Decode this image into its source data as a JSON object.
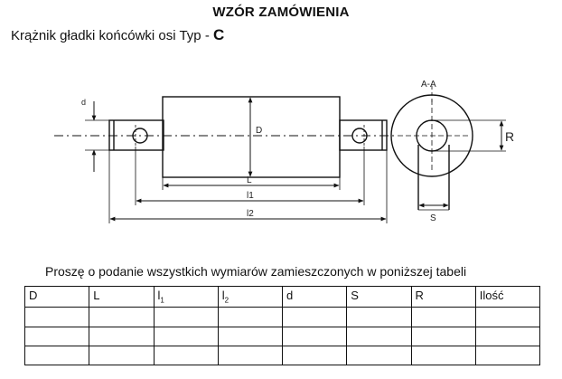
{
  "header": {
    "title": "WZÓR ZAMÓWIENIA",
    "subtitle_text": "Krążnik gładki końcówki osi Typ - ",
    "subtitle_type": "C"
  },
  "drawing": {
    "labels": {
      "d": "d",
      "D": "D",
      "L": "L",
      "l1": "l1",
      "l2": "l2",
      "section": "A-A",
      "R": "R",
      "S": "S"
    }
  },
  "instruction": "Proszę o podanie wszystkich wymiarów zamieszczonych w poniższej tabeli",
  "table": {
    "headers": [
      {
        "main": "D",
        "sub": ""
      },
      {
        "main": "L",
        "sub": ""
      },
      {
        "main": "l",
        "sub": "1"
      },
      {
        "main": "l",
        "sub": "2"
      },
      {
        "main": "d",
        "sub": ""
      },
      {
        "main": "S",
        "sub": ""
      },
      {
        "main": "R",
        "sub": ""
      },
      {
        "main": "Ilość",
        "sub": ""
      }
    ],
    "rows": [
      [
        "",
        "",
        "",
        "",
        "",
        "",
        "",
        ""
      ],
      [
        "",
        "",
        "",
        "",
        "",
        "",
        "",
        ""
      ],
      [
        "",
        "",
        "",
        "",
        "",
        "",
        "",
        ""
      ]
    ]
  }
}
